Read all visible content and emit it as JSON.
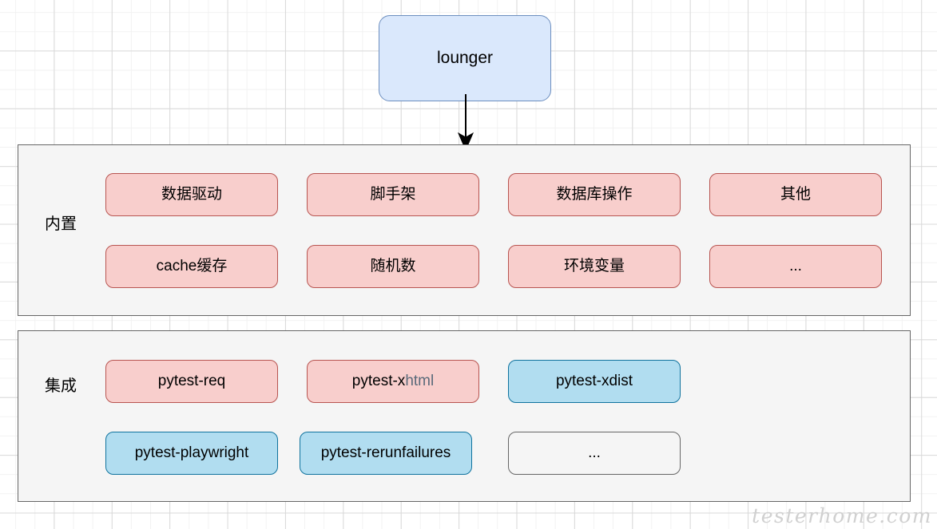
{
  "diagram": {
    "title_node": {
      "label": "lounger"
    },
    "watermark": "testerhome.com",
    "colors": {
      "pink_fill": "#f8cecc",
      "pink_border": "#b85450",
      "blue_fill": "#b1ddf0",
      "blue_border": "#10739e",
      "lounger_fill": "#dae8fc",
      "lounger_border": "#6c8ebf",
      "group_fill": "#f5f5f5",
      "group_border": "#666666",
      "accent_text": "#5a6a7a"
    },
    "groups": [
      {
        "label": "内置",
        "rows": [
          [
            {
              "label": "数据驱动",
              "style": "pink"
            },
            {
              "label": "脚手架",
              "style": "pink"
            },
            {
              "label": "数据库操作",
              "style": "pink"
            },
            {
              "label": "其他",
              "style": "pink"
            }
          ],
          [
            {
              "label": "cache缓存",
              "style": "pink"
            },
            {
              "label": "随机数",
              "style": "pink"
            },
            {
              "label": "环境变量",
              "style": "pink"
            },
            {
              "label": "...",
              "style": "pink"
            }
          ]
        ]
      },
      {
        "label": "集成",
        "rows": [
          [
            {
              "label": "pytest-req",
              "style": "pink"
            },
            {
              "label": "pytest-xhtml",
              "style": "pink",
              "label_head": "pytest-x",
              "label_accent": "html"
            },
            {
              "label": "pytest-xdist",
              "style": "blue"
            }
          ],
          [
            {
              "label": "pytest-playwright",
              "style": "blue"
            },
            {
              "label": "pytest-rerunfailures",
              "style": "blue"
            },
            {
              "label": "...",
              "style": "plain"
            }
          ]
        ]
      }
    ]
  }
}
